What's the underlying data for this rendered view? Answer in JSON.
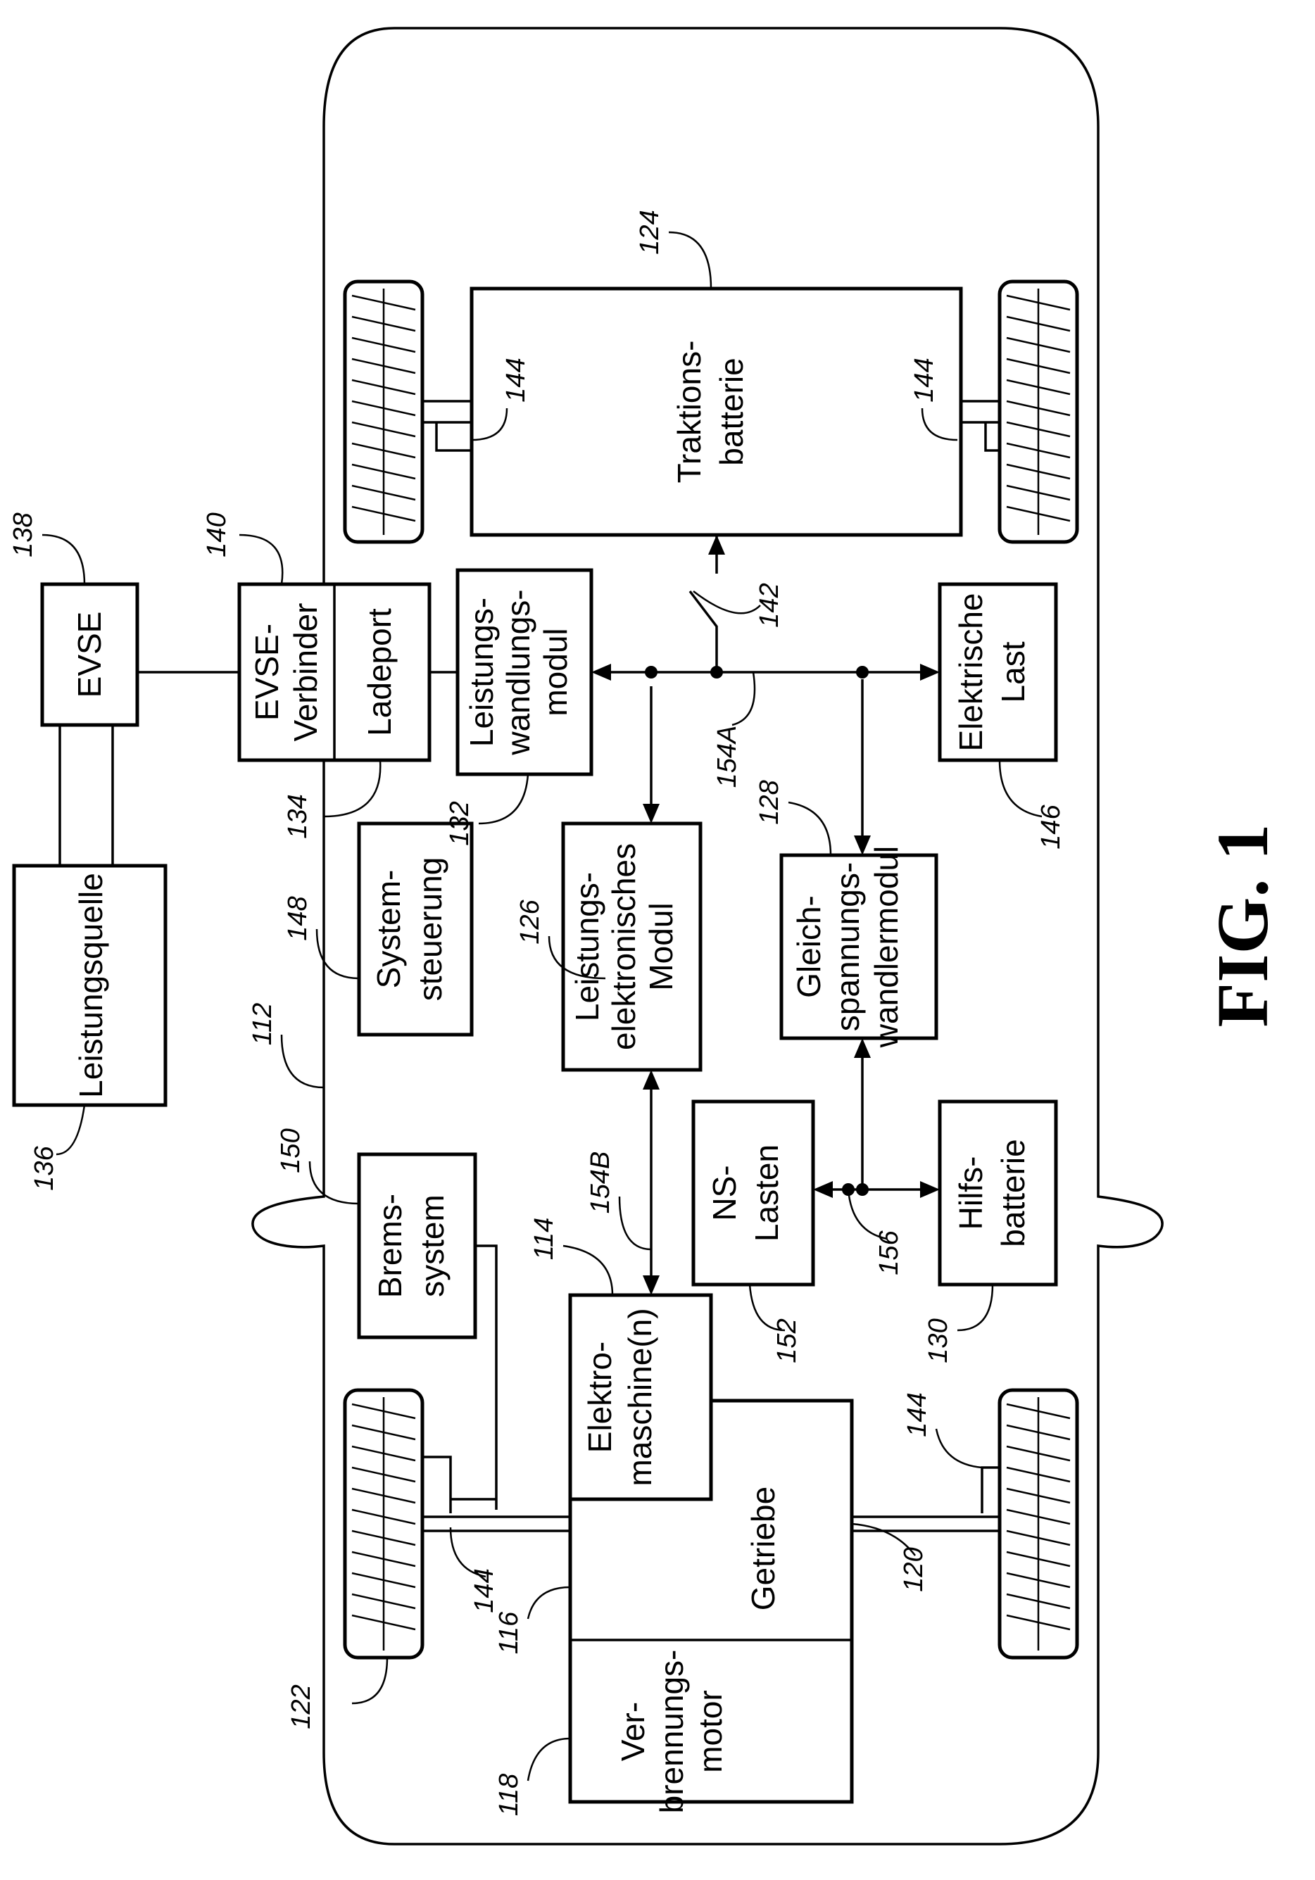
{
  "figure": {
    "caption": "FIG. 1",
    "components": {
      "power_source": "Leistungsquelle",
      "evse": "EVSE",
      "evse_connector": [
        "EVSE-",
        "Verbinder"
      ],
      "charge_port": "Ladeport",
      "power_conversion_module": [
        "Leistungs-",
        "wandlungs-",
        "modul"
      ],
      "traction_battery": [
        "Traktions-",
        "batterie"
      ],
      "electric_load": [
        "Elektrische",
        "Last"
      ],
      "system_controller": [
        "System-",
        "steuerung"
      ],
      "power_electronics_module": [
        "Leistungs-",
        "elektronisches",
        "Modul"
      ],
      "dc_dc_converter": [
        "Gleich-",
        "spannungs-",
        "wandlermodul"
      ],
      "brake_system": [
        "Brems-",
        "system"
      ],
      "electric_machines": [
        "Elektro-",
        "maschine(n)"
      ],
      "lv_loads": [
        "NS-",
        "Lasten"
      ],
      "aux_battery": [
        "Hilfs-",
        "batterie"
      ],
      "transmission": "Getriebe",
      "engine": [
        "Ver-",
        "brennungs-",
        "motor"
      ]
    },
    "refs": {
      "r136": "136",
      "r138": "138",
      "r140": "140",
      "r134": "134",
      "r132": "132",
      "r124": "124",
      "r144a": "144",
      "r144b": "144",
      "r144c": "144",
      "r144d": "144",
      "r142": "142",
      "r154a": "154A",
      "r146": "146",
      "r128": "128",
      "r126": "126",
      "r148": "148",
      "r112": "112",
      "r150": "150",
      "r154b": "154B",
      "r114": "114",
      "r152": "152",
      "r156": "156",
      "r130": "130",
      "r120": "120",
      "r116": "116",
      "r118": "118",
      "r122": "122"
    }
  }
}
